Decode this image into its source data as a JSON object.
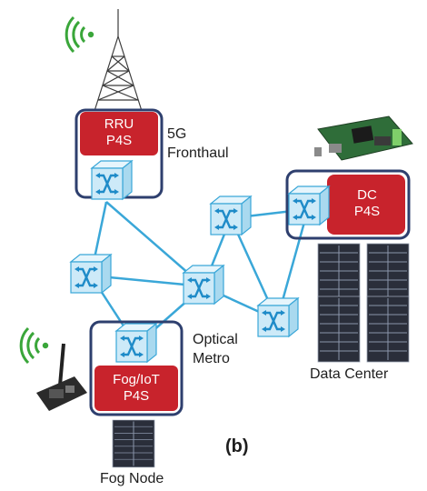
{
  "nodes": {
    "rru": {
      "line1": "RRU",
      "line2": "P4S"
    },
    "dc": {
      "line1": "DC",
      "line2": "P4S"
    },
    "fog": {
      "line1": "Fog/IoT",
      "line2": "P4S"
    }
  },
  "labels": {
    "fronthaul_1": "5G",
    "fronthaul_2": "Fronthaul",
    "metro_1": "Optical",
    "metro_2": "Metro",
    "data_center": "Data Center",
    "fog_node": "Fog Node",
    "panel": "(b)"
  },
  "colors": {
    "link": "#3aa7d8",
    "switch_face": "#cdeaf8",
    "switch_edge": "#3aa7d8",
    "p4s_box": "#c8232c",
    "region_border": "#2e3f6e",
    "wireless": "#3aa63a"
  },
  "icons": [
    "radio-tower-icon",
    "wireless-signal-icon",
    "switch-icon",
    "server-rack-icon",
    "circuit-board-icon",
    "iot-board-icon"
  ]
}
